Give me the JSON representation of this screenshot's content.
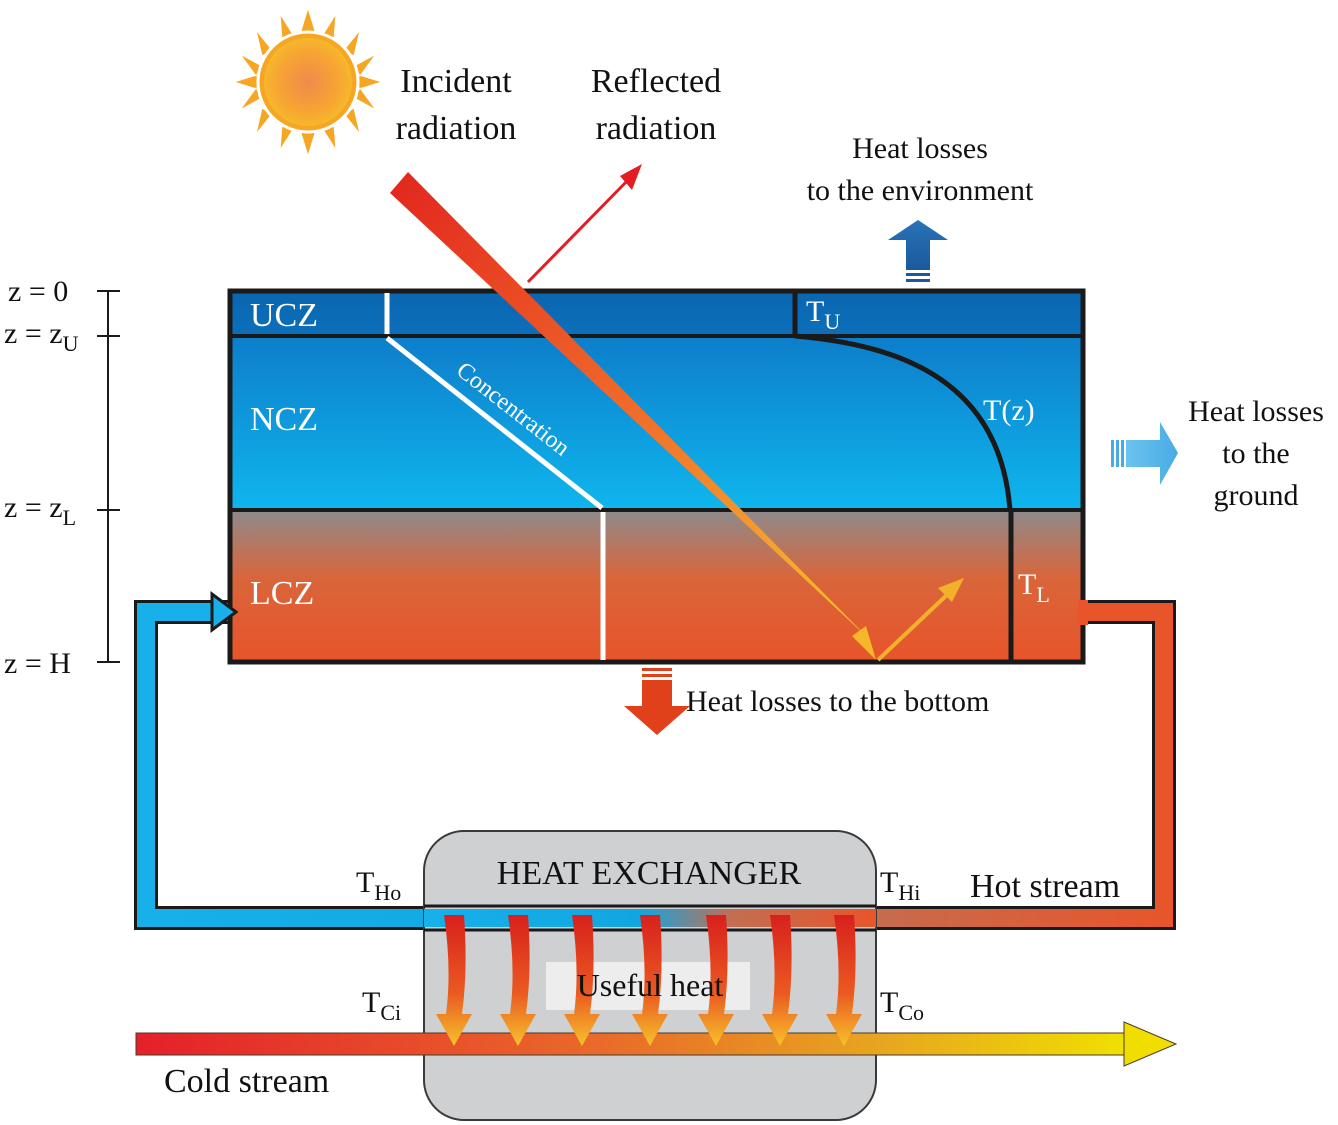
{
  "labels": {
    "incident_1": "Incident",
    "incident_2": "radiation",
    "reflected_1": "Reflected",
    "reflected_2": "radiation",
    "env_1": "Heat losses",
    "env_2": "to the environment",
    "ground_1": "Heat losses",
    "ground_2": "to the",
    "ground_3": "ground",
    "bottom": "Heat losses to the bottom",
    "ucz": "UCZ",
    "ncz": "NCZ",
    "lcz": "LCZ",
    "concentration": "Concentration",
    "tz": "T(z)",
    "tu_main": "T",
    "tu_sub": "U",
    "tl_main": "T",
    "tl_sub": "L",
    "heat_exchanger": "HEAT EXCHANGER",
    "useful_heat": "Useful heat",
    "hot_stream": "Hot stream",
    "cold_stream": "Cold stream",
    "tho_main": "T",
    "tho_sub": "Ho",
    "thi_main": "T",
    "thi_sub": "Hi",
    "tci_main": "T",
    "tci_sub": "Ci",
    "tco_main": "T",
    "tco_sub": "Co"
  },
  "depth_axis": {
    "z0": "z = 0",
    "zu_main": "z = z",
    "zu_sub": "U",
    "zl_main": "z = z",
    "zl_sub": "L",
    "zh": "z = H"
  },
  "colors": {
    "ucz_top": "#0a6ab4",
    "ncz_top": "#0e7fcb",
    "ncz_bottom": "#10b4ec",
    "lcz_top": "#8a8a8a",
    "lcz_bottom": "#e5532a",
    "cold_pipe": "#1ab0ea",
    "hot_pipe": "#e8552a",
    "sun_outer": "#f5a623",
    "heat_exchanger_fill": "#cfd0d2"
  }
}
